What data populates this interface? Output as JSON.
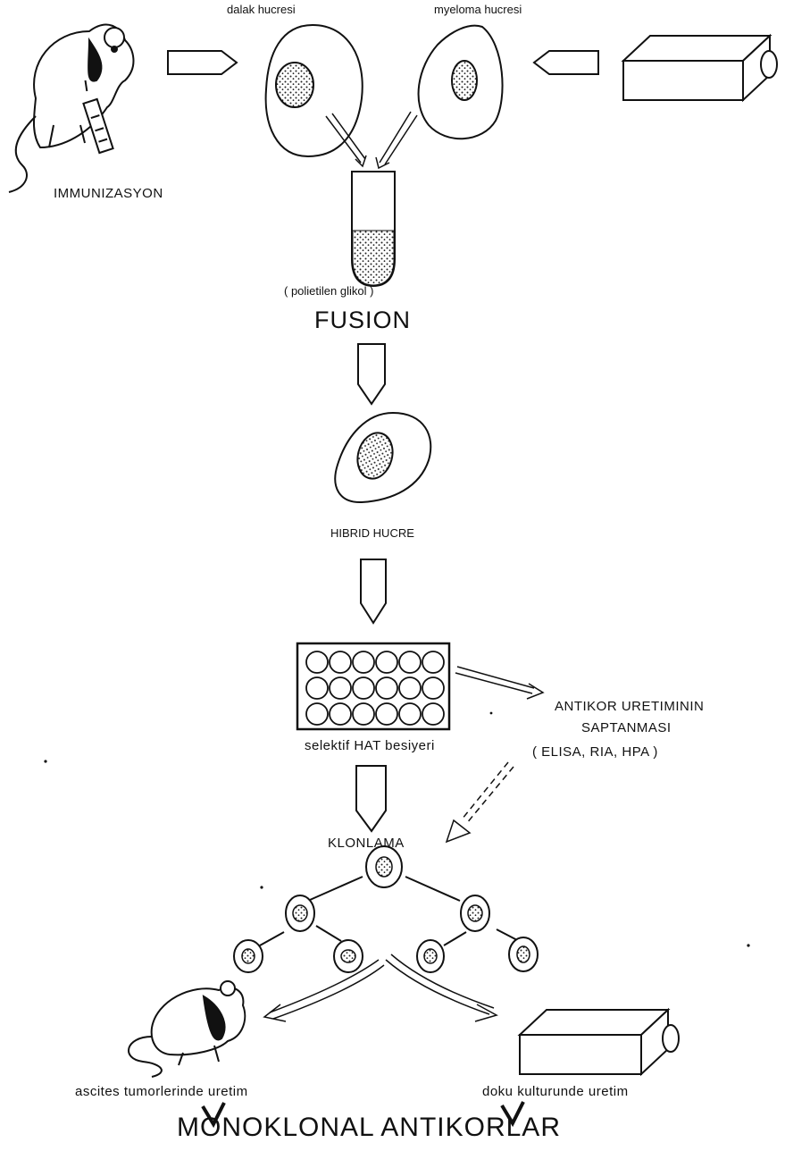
{
  "labels": {
    "spleen_cell": "dalak hucresi",
    "myeloma_cell": "myeloma hucresi",
    "immunization": "IMMUNIZASYON",
    "peg": "( polietilen glikol )",
    "fusion": "FUSION",
    "hybrid_cell": "HIBRID HUCRE",
    "hat_medium": "selektif HAT besiyeri",
    "antibody_detection_line1": "ANTIKOR URETIMININ",
    "antibody_detection_line2": "SAPTANMASI",
    "antibody_detection_methods": "( ELISA, RIA, HPA )",
    "cloning": "KLONLAMA",
    "ascites_production": "ascites tumorlerinde uretim",
    "culture_production": "doku kulturunde uretim",
    "monoclonal_antibodies": "MONOKLONAL ANTIKORLAR"
  },
  "plate": {
    "rows": 3,
    "columns": 6
  }
}
